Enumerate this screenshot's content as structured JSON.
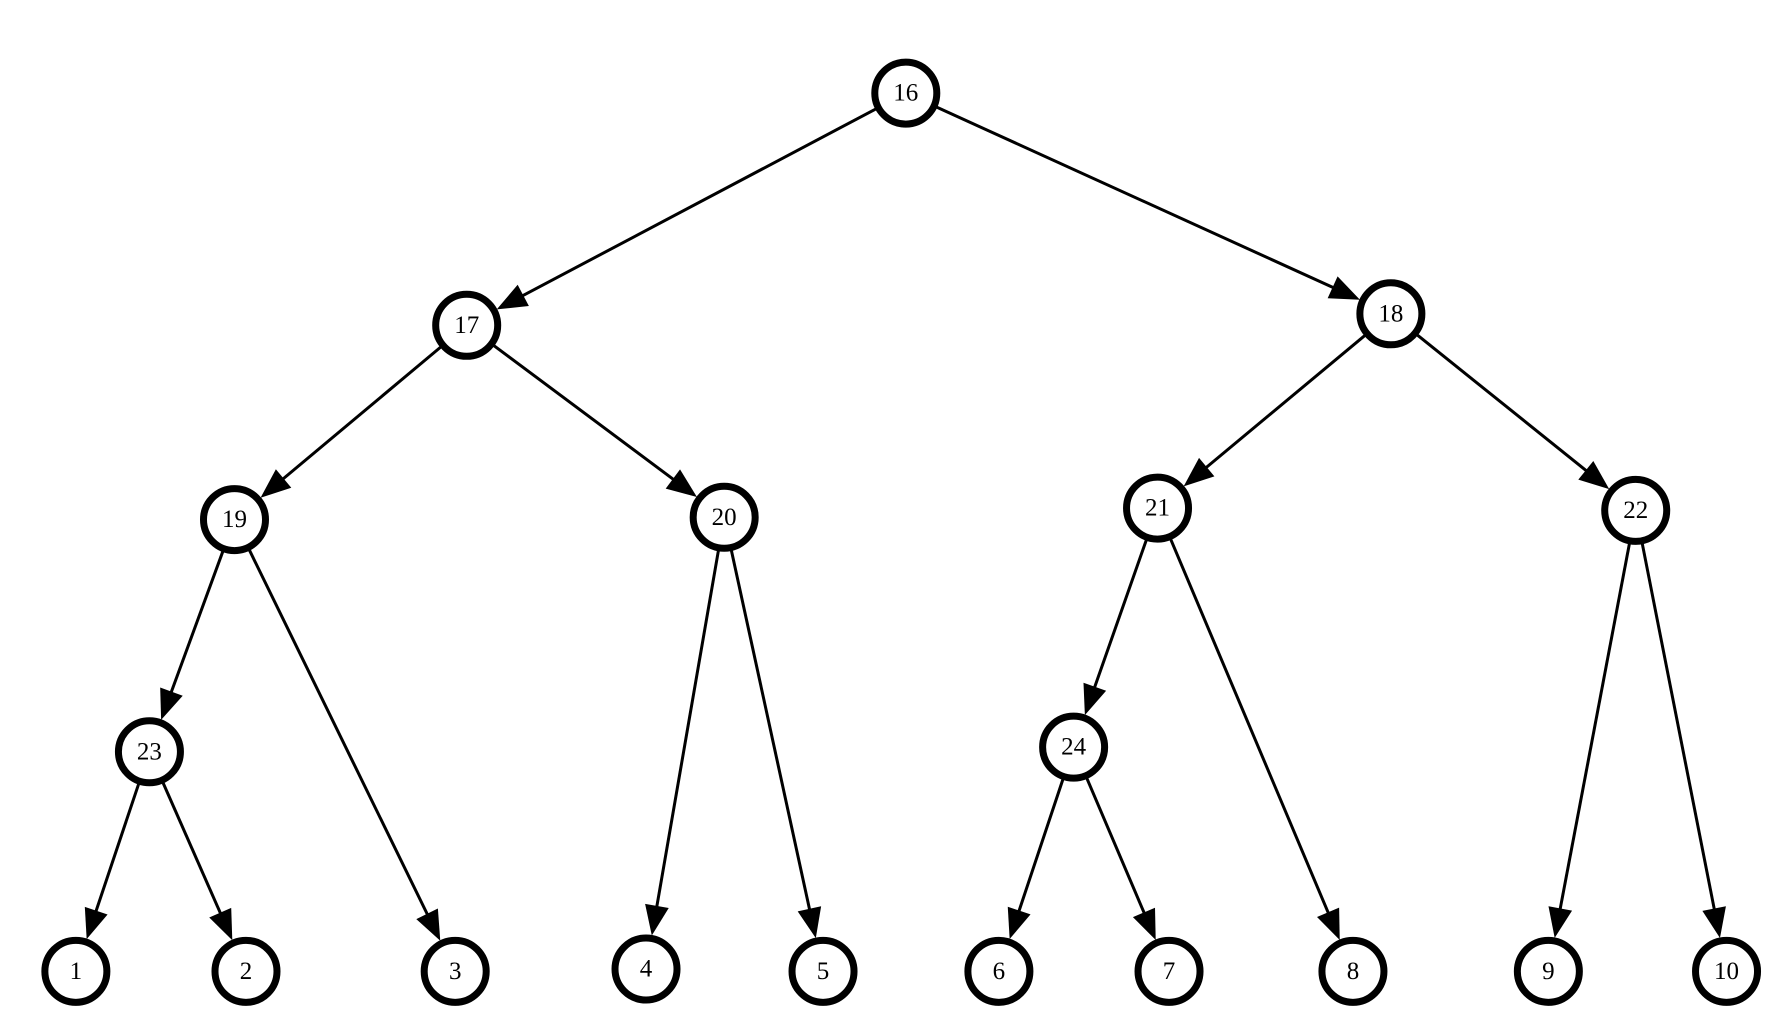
{
  "tree": {
    "nodes": [
      {
        "id": "16",
        "label": "16"
      },
      {
        "id": "17",
        "label": "17"
      },
      {
        "id": "18",
        "label": "18"
      },
      {
        "id": "19",
        "label": "19"
      },
      {
        "id": "20",
        "label": "20"
      },
      {
        "id": "21",
        "label": "21"
      },
      {
        "id": "22",
        "label": "22"
      },
      {
        "id": "23",
        "label": "23"
      },
      {
        "id": "24",
        "label": "24"
      },
      {
        "id": "1",
        "label": "1"
      },
      {
        "id": "2",
        "label": "2"
      },
      {
        "id": "3",
        "label": "3"
      },
      {
        "id": "4",
        "label": "4"
      },
      {
        "id": "5",
        "label": "5"
      },
      {
        "id": "6",
        "label": "6"
      },
      {
        "id": "7",
        "label": "7"
      },
      {
        "id": "8",
        "label": "8"
      },
      {
        "id": "9",
        "label": "9"
      },
      {
        "id": "10",
        "label": "10"
      }
    ],
    "edges": [
      {
        "from": "16",
        "to": "17"
      },
      {
        "from": "16",
        "to": "18"
      },
      {
        "from": "17",
        "to": "19"
      },
      {
        "from": "17",
        "to": "20"
      },
      {
        "from": "18",
        "to": "21"
      },
      {
        "from": "18",
        "to": "22"
      },
      {
        "from": "19",
        "to": "23"
      },
      {
        "from": "19",
        "to": "3"
      },
      {
        "from": "23",
        "to": "1"
      },
      {
        "from": "23",
        "to": "2"
      },
      {
        "from": "20",
        "to": "4"
      },
      {
        "from": "20",
        "to": "5"
      },
      {
        "from": "21",
        "to": "24"
      },
      {
        "from": "21",
        "to": "8"
      },
      {
        "from": "24",
        "to": "6"
      },
      {
        "from": "24",
        "to": "7"
      },
      {
        "from": "22",
        "to": "9"
      },
      {
        "from": "22",
        "to": "10"
      }
    ]
  }
}
